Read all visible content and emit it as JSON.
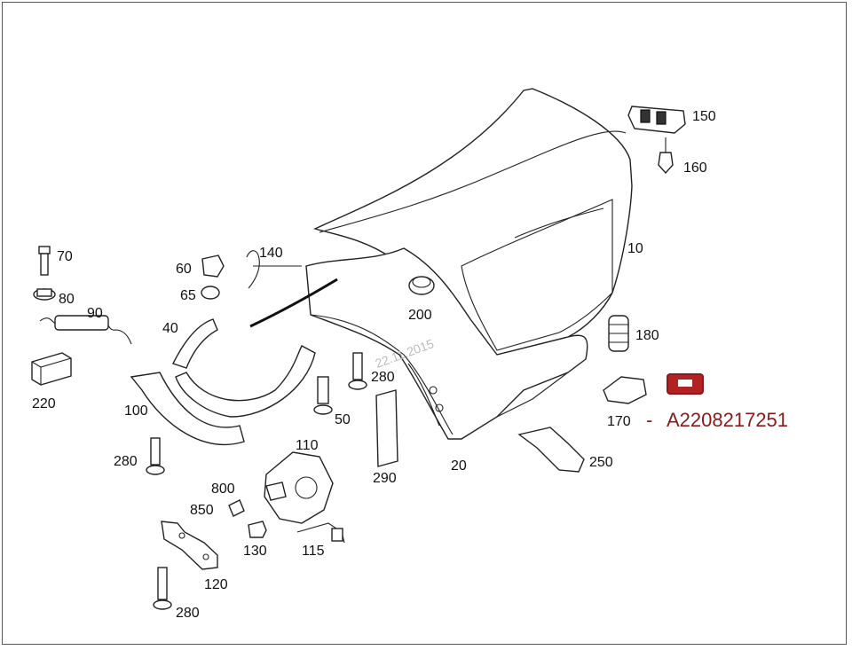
{
  "labels": {
    "l10": "10",
    "l20": "20",
    "l40": "40",
    "l50": "50",
    "l60": "60",
    "l65": "65",
    "l70": "70",
    "l80": "80",
    "l90": "90",
    "l100": "100",
    "l110": "110",
    "l115": "115",
    "l120": "120",
    "l130": "130",
    "l140": "140",
    "l150": "150",
    "l160": "160",
    "l170": "170",
    "l180": "180",
    "l200": "200",
    "l220": "220",
    "l250": "250",
    "l280a": "280",
    "l280b": "280",
    "l280c": "280",
    "l290": "290",
    "l800": "800",
    "l850": "850"
  },
  "part_number": {
    "dash": "-",
    "code": "A2208217251"
  },
  "watermark": "22.11.2015",
  "colors": {
    "highlight": "#8b1a1a",
    "highlight_fill": "#b22222"
  }
}
